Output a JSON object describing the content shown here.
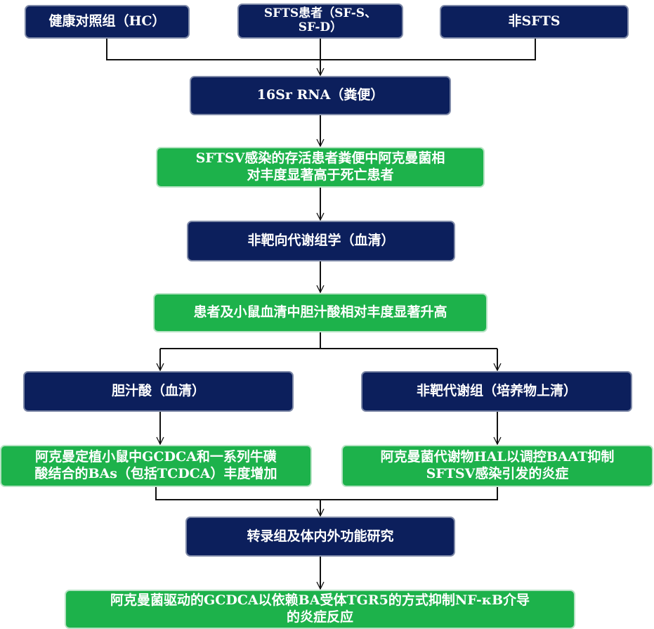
{
  "colors": {
    "navy": "#0c1f5c",
    "green": "#1db24b",
    "line": "#111111",
    "text": "#ffffff"
  },
  "boxes": {
    "hc": {
      "text": "健康对照组（HC）"
    },
    "sfts": {
      "line1": "SFTS患者（SF-S、",
      "line2": "SF-D）"
    },
    "non_sfts": {
      "text": "非SFTS"
    },
    "rna": {
      "text": "16Sr RNA（粪便）"
    },
    "result1": {
      "line1": "SFTSV感染的存活患者粪便中阿克曼菌相",
      "line2": "对丰度显著高于死亡患者"
    },
    "metabolomics": {
      "text": "非靶向代谢组学（血清）"
    },
    "result2": {
      "text": "患者及小鼠血清中胆汁酸相对丰度显著升高"
    },
    "bile_acid": {
      "text": "胆汁酸（血清）"
    },
    "culture": {
      "text": "非靶代谢组（培养物上清）"
    },
    "result3": {
      "line1": "阿克曼定植小鼠中GCDCA和一系列牛磺",
      "line2": "酸结合的BAs（包括TCDCA）丰度增加"
    },
    "result4": {
      "line1": "阿克曼菌代谢物HAL以调控BAAT抑制",
      "line2": "SFTSV感染引发的炎症"
    },
    "transcriptome": {
      "text": "转录组及体内外功能研究"
    },
    "conclusion": {
      "line1": "阿克曼菌驱动的GCDCA以依赖BA受体TGR5的方式抑制NF-κB介导",
      "line2": "的炎症反应"
    }
  }
}
